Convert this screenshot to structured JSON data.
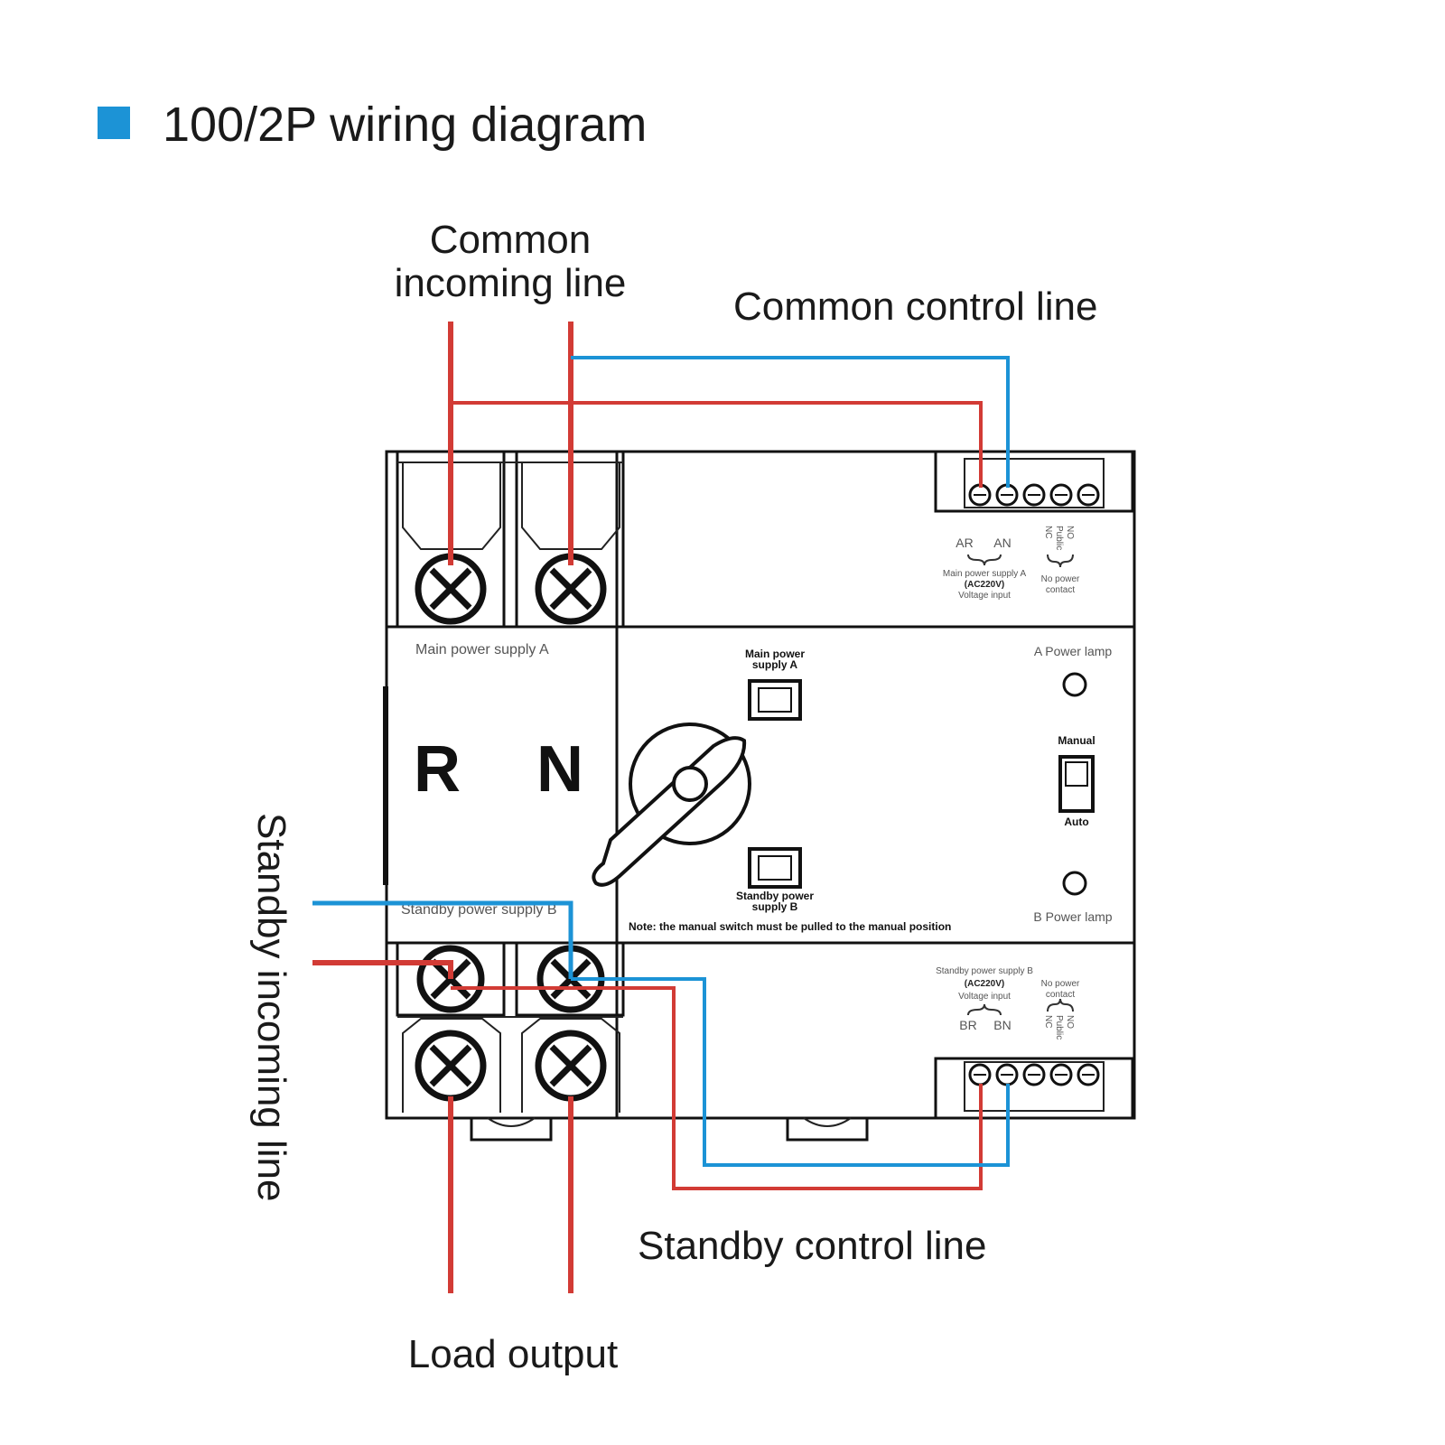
{
  "title": "100/2P wiring diagram",
  "colors": {
    "accent_square": "#1c93d6",
    "wire_live": "#d23b35",
    "wire_control": "#1c93d6"
  },
  "labels": {
    "common_incoming_line_1": "Common",
    "common_incoming_line_2": "incoming line",
    "common_control_line": "Common control line",
    "standby_incoming_line": "Standby incoming line",
    "standby_control_line": "Standby control line",
    "load_output": "Load output"
  },
  "device": {
    "letter_r": "R",
    "letter_n": "N",
    "main_power_supply_a": "Main power supply A",
    "standby_power_supply_b": "Standby power supply B",
    "main_power_indicator_1": "Main power",
    "main_power_indicator_2": "supply A",
    "standby_power_indicator_1": "Standby power",
    "standby_power_indicator_2": "supply B",
    "a_power_lamp": "A Power lamp",
    "b_power_lamp": "B Power lamp",
    "manual": "Manual",
    "auto": "Auto",
    "note": "Note: the manual switch must be pulled to the manual position",
    "top_block": {
      "ar": "AR",
      "an": "AN",
      "nc": "NC",
      "public": "Public",
      "no": "NO",
      "desc_1": "Main power supply A",
      "desc_2": "(AC220V)",
      "desc_3": "Voltage input",
      "contact_1": "No power",
      "contact_2": "contact"
    },
    "bottom_block": {
      "br": "BR",
      "bn": "BN",
      "nc": "NC",
      "public": "Public",
      "no": "NO",
      "desc_1": "Standby power supply B",
      "desc_2": "(AC220V)",
      "desc_3": "Voltage input",
      "contact_1": "No power",
      "contact_2": "contact"
    }
  }
}
